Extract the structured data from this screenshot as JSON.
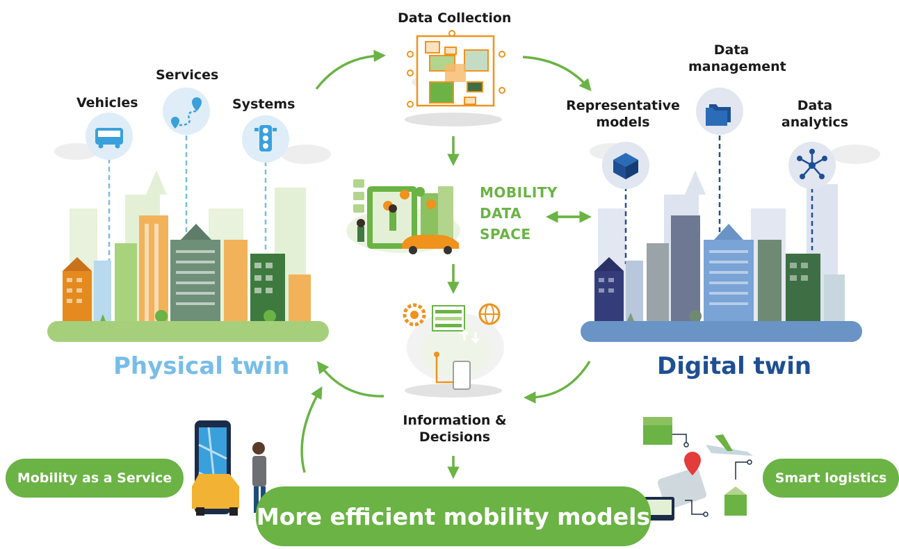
{
  "physical": {
    "title": "Physical twin",
    "labels": {
      "vehicles": "Vehicles",
      "services": "Services",
      "systems": "Systems"
    }
  },
  "digital": {
    "title": "Digital twin",
    "labels": {
      "representative_models": [
        "Representative",
        "models"
      ],
      "data_management": [
        "Data",
        "management"
      ],
      "data_analytics": [
        "Data",
        "analytics"
      ]
    }
  },
  "center": {
    "data_collection": "Data Collection",
    "mobility_data_space": [
      "MOBILITY",
      "DATA",
      "SPACE"
    ],
    "information_decisions": [
      "Information &",
      "Decisions"
    ]
  },
  "bottom": {
    "main": "More efficient mobility models",
    "left": "Mobility as a Service",
    "right": "Smart logistics"
  },
  "colors": {
    "green": "#6ab344",
    "physical_title": "#78bde8",
    "digital_title": "#1e4f93",
    "orange": "#f0921c"
  }
}
